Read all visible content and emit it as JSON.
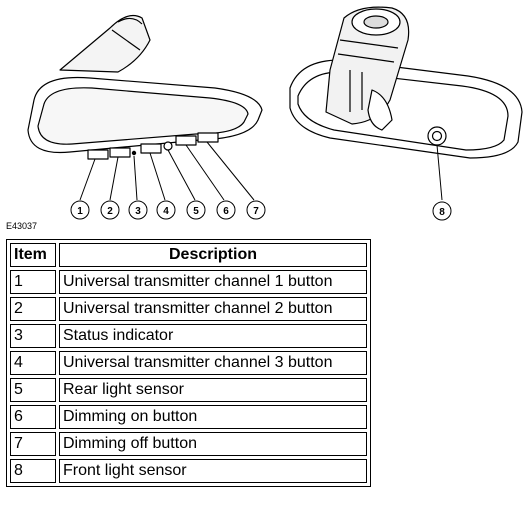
{
  "figure_id": "E43037",
  "callouts": [
    "1",
    "2",
    "3",
    "4",
    "5",
    "6",
    "7",
    "8"
  ],
  "table": {
    "headers": [
      "Item",
      "Description"
    ],
    "rows": [
      [
        "1",
        "Universal transmitter channel 1 button"
      ],
      [
        "2",
        "Universal transmitter channel 2 button"
      ],
      [
        "3",
        "Status indicator"
      ],
      [
        "4",
        "Universal transmitter channel 3 button"
      ],
      [
        "5",
        "Rear light sensor"
      ],
      [
        "6",
        "Dimming on button"
      ],
      [
        "7",
        "Dimming off button"
      ],
      [
        "8",
        "Front light sensor"
      ]
    ]
  }
}
